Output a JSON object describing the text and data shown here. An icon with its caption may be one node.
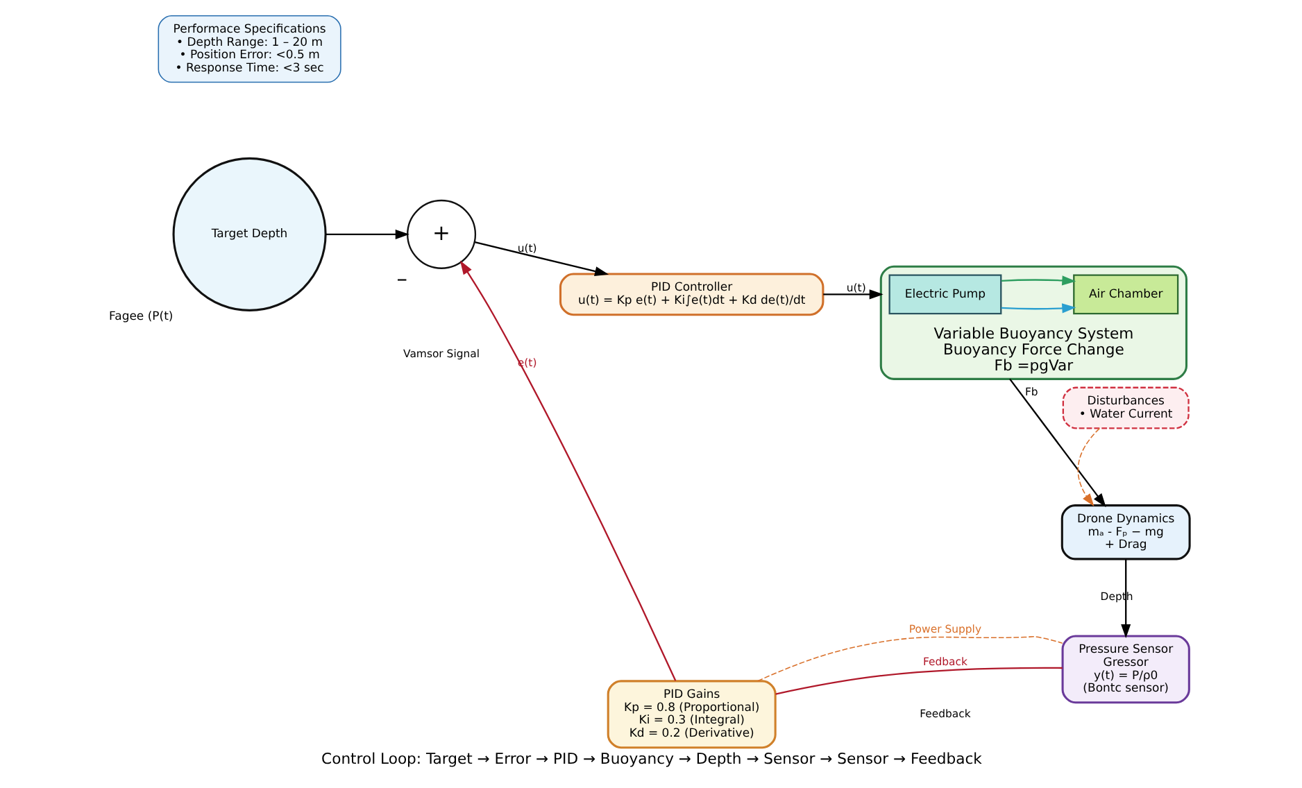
{
  "diagram": {
    "caption": "Control Loop: Target → Error → PID → Buoyancy → Depth → Sensor → Sensor → Feedback",
    "nodes": [
      {
        "text": [
          "Performace Specifications",
          "• Depth Range: 1 – 20 m",
          "• Position Error: <0.5 m",
          "• Response Time: <3 sec"
        ]
      },
      {
        "text": [
          "Target Depth"
        ],
        "beside": [
          "Fagee (P(t)"
        ]
      },
      {
        "text": [
          "+"
        ],
        "beside": [
          "–"
        ]
      },
      {
        "text": [
          "PID Controller",
          "u(t) = Kp e(t) + Ki∫e(t)dt + Kd de(t)/dt"
        ]
      },
      {
        "text": [
          "Variable Buoyancy System",
          "Buoyancy Force Change",
          "Fb =pgVar"
        ]
      },
      {
        "text": [
          "Electric Pump"
        ],
        "in": 4
      },
      {
        "text": [
          "Air Chamber"
        ],
        "in": 4
      },
      {
        "text": [
          "Disturbances",
          "• Water Current"
        ]
      },
      {
        "text": [
          "Drone Dynamics",
          "mₐ - Fₚ − mg",
          "+ Drag"
        ]
      },
      {
        "text": [
          "Pressure Sensor",
          "Gressor",
          "y(t) = P/ρ0",
          "(Bontc sensor)"
        ]
      },
      {
        "text": [
          "PID Gains",
          "Kp = 0.8 (Proportional)",
          "Ki = 0.3 (Integral)",
          "Kd = 0.2 (Derivative)"
        ]
      }
    ],
    "edges": [
      {
        "from": 1,
        "to": 2,
        "arrow": "to"
      },
      {
        "from": 2,
        "to": 3,
        "arrow": "to",
        "label": "u(t)"
      },
      {
        "from": 3,
        "to": 4,
        "arrow": "to",
        "label": "u(t)"
      },
      {
        "from": 5,
        "to": 6,
        "arrow": "to",
        "color": "#2a9fd0"
      },
      {
        "from": 5,
        "to": 6,
        "arrow": "to",
        "color": "#2e9e60"
      },
      {
        "from": 4,
        "to": 8,
        "arrow": "to",
        "label": "Fb"
      },
      {
        "from": 7,
        "to": 8,
        "arrow": "to",
        "style": "dashed",
        "color": "#d9702a"
      },
      {
        "from": 8,
        "to": 9,
        "arrow": "to",
        "label": "Depth"
      },
      {
        "from": 9,
        "to": 10,
        "arrow": "none",
        "label": "Fedback",
        "color": "#b0182a"
      },
      {
        "from": 10,
        "to": 2,
        "arrow": "to",
        "label": "e(t)",
        "color": "#b0182a"
      },
      {
        "from": 10,
        "to": 9,
        "arrow": "none",
        "label": "Power Supply",
        "style": "dashed",
        "color": "#d9702a"
      }
    ],
    "labels": [
      "Vamsor Signal",
      "Feedback"
    ]
  }
}
